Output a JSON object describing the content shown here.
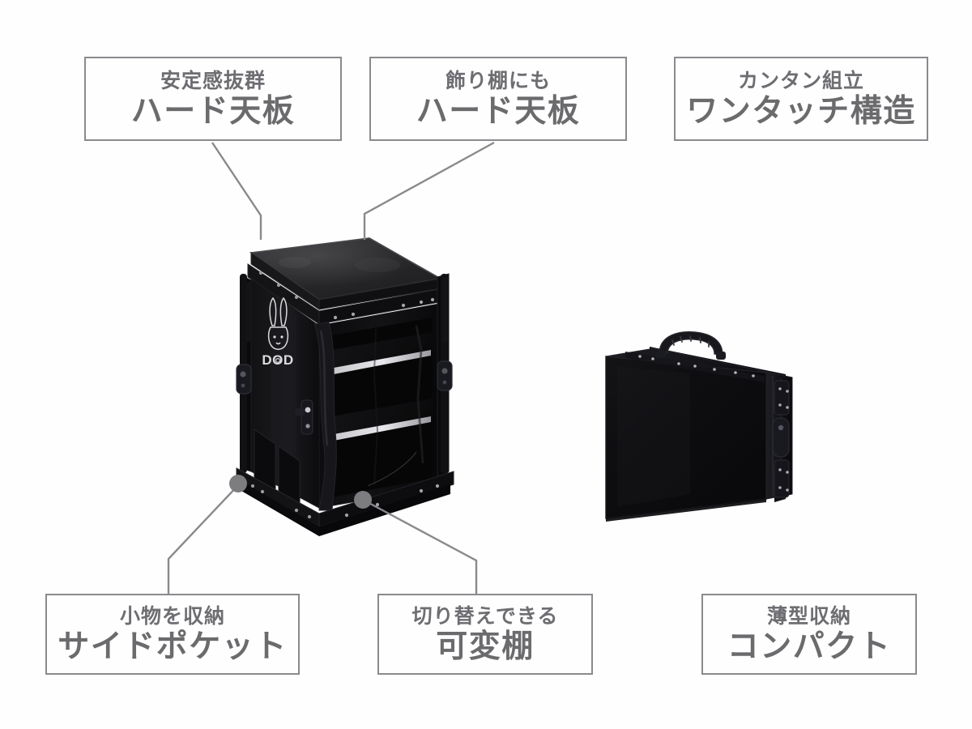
{
  "page": {
    "background_color": "#fefefe",
    "box_border_color": "#8a8a8e",
    "text_color": "#6b6b6e",
    "leader_line_color": "#8a8a8e",
    "leader_dot_color": "#7d7d80"
  },
  "callouts": [
    {
      "id": "hard-top-left",
      "sub": "安定感抜群",
      "main": "ハード天板",
      "has_pointer": true
    },
    {
      "id": "hard-top-shelf",
      "sub": "飾り棚にも",
      "main": "ハード天板",
      "has_pointer": true
    },
    {
      "id": "one-touch",
      "sub": "カンタン組立",
      "main": "ワンタッチ構造",
      "has_pointer": false
    },
    {
      "id": "side-pocket",
      "sub": "小物を収納",
      "main": "サイドポケット",
      "has_pointer": true
    },
    {
      "id": "shelf-adjust",
      "sub": "切り替えできる",
      "main": "可変棚",
      "has_pointer": true
    },
    {
      "id": "compact",
      "sub": "薄型収納",
      "main": "コンパクト",
      "has_pointer": false
    }
  ],
  "products": {
    "table": {
      "name": "folding-camp-table",
      "brand_logo": "DOD",
      "brand_mark": "rabbit-head-icon",
      "body_color": "#101012",
      "frame_color": "#0a0a0c",
      "top_color": "#2e2e30"
    },
    "case": {
      "name": "folded-carry-case",
      "body_color": "#0d0d0f",
      "handle": "carry-handle-icon"
    }
  }
}
